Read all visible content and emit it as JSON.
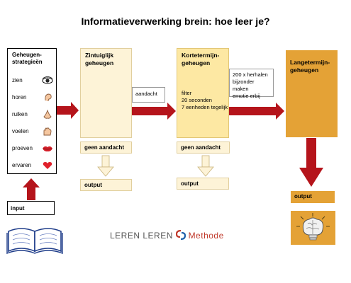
{
  "title": "Informatieverwerking brein: hoe leer je?",
  "strategies": {
    "title_line1": "Geheugen-",
    "title_line2": "strategieën",
    "items": [
      {
        "label": "zien",
        "icon": "eye-icon"
      },
      {
        "label": "horen",
        "icon": "ear-icon"
      },
      {
        "label": "ruiken",
        "icon": "nose-icon"
      },
      {
        "label": "voelen",
        "icon": "hand-icon"
      },
      {
        "label": "proeven",
        "icon": "lips-icon"
      },
      {
        "label": "ervaren",
        "icon": "heart-icon"
      }
    ]
  },
  "input_label": "input",
  "sensory": {
    "title_line1": "Zintuiglijk",
    "title_line2": "geheugen",
    "attention": "aandacht",
    "no_attention": "geen aandacht",
    "output": "output"
  },
  "short_term": {
    "title_line1": "Kortetermijn-",
    "title_line2": "geheugen",
    "filter_lines": [
      "filter",
      "20 seconden",
      "7 eenheden tegelijk"
    ],
    "no_attention": "geen aandacht",
    "output": "output"
  },
  "rehearsal_lines": [
    "200 x herhalen",
    "bijzonder maken",
    "emotie erbij"
  ],
  "long_term": {
    "title_line1": "Langetermijn-",
    "title_line2": "geheugen",
    "output": "output"
  },
  "logo": {
    "part1": "LEREN LEREN",
    "part2": "Methode"
  },
  "colors": {
    "arrow_red": "#b5141b",
    "light_yellow": "#fdf3d7",
    "mid_yellow": "#fde8a3",
    "orange": "#e4a236"
  }
}
